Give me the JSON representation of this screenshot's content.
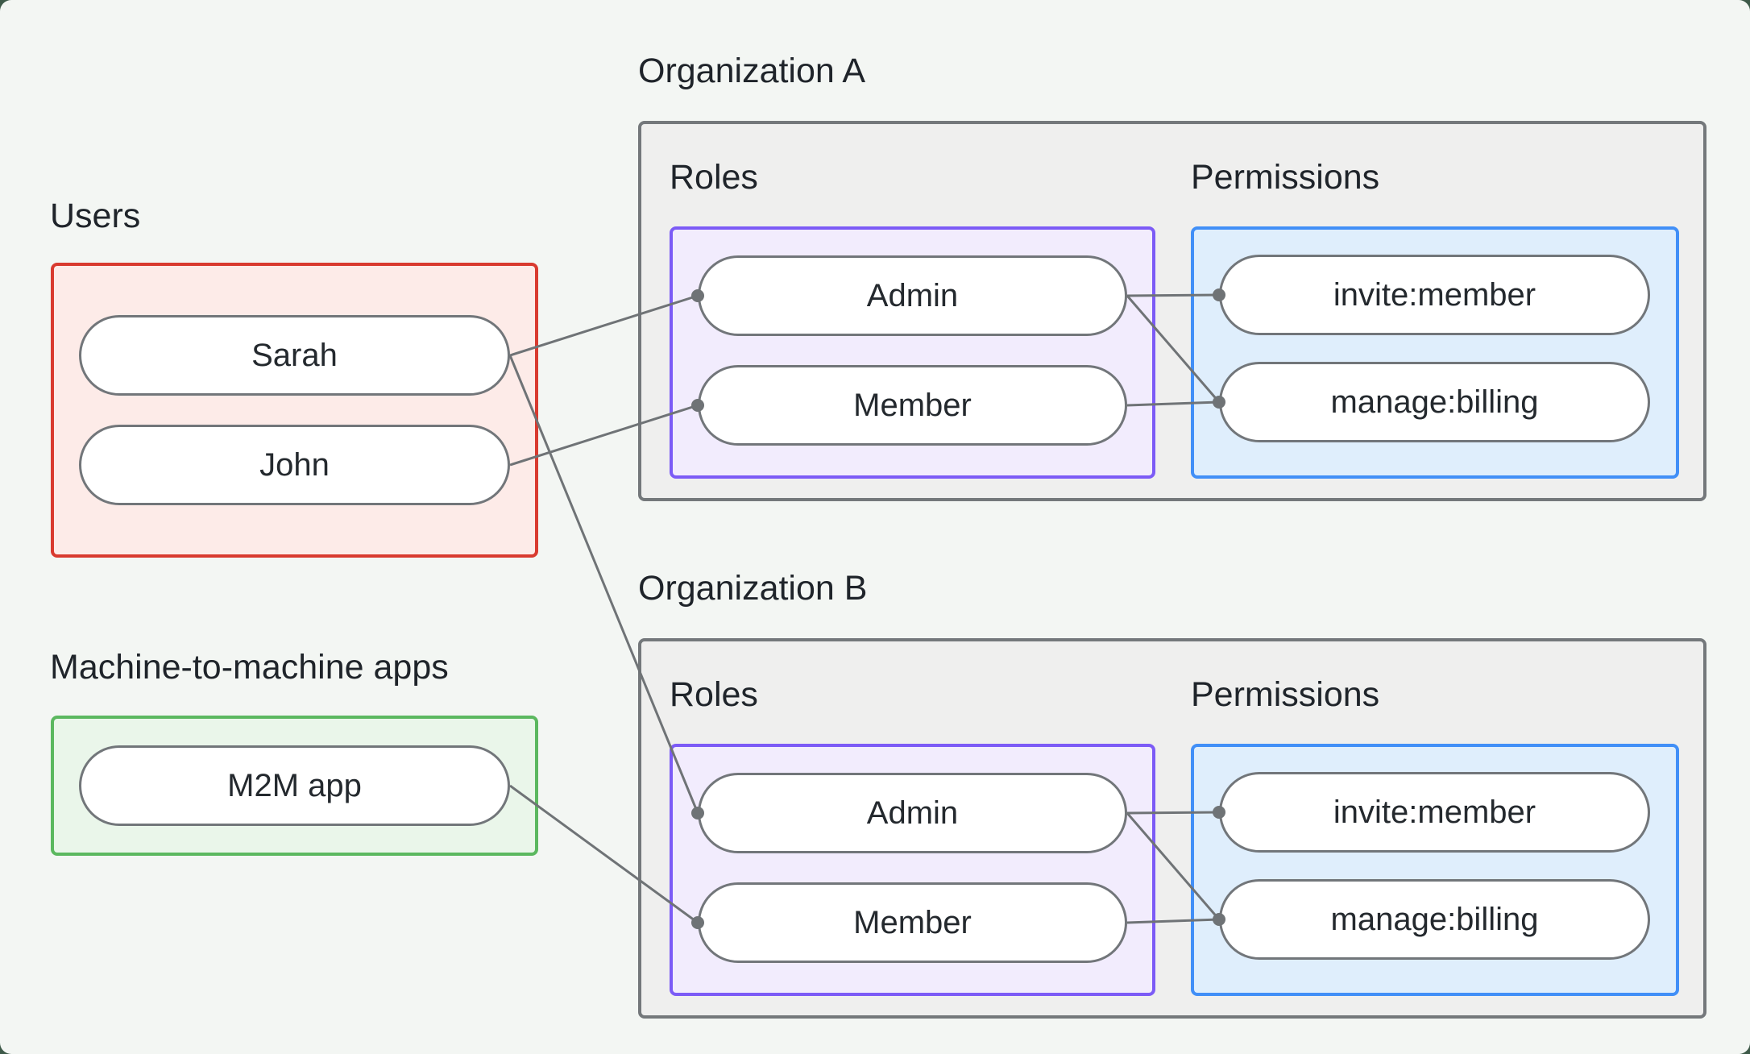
{
  "left_column": {
    "users_label": "Users",
    "users_items": [
      {
        "label": "Sarah"
      },
      {
        "label": "John"
      }
    ],
    "m2m_label": "Machine-to-machine apps",
    "m2m_items": [
      {
        "label": "M2M app"
      }
    ]
  },
  "organizations": [
    {
      "title": "Organization A",
      "roles_label": "Roles",
      "permissions_label": "Permissions",
      "roles": [
        {
          "label": "Admin"
        },
        {
          "label": "Member"
        }
      ],
      "permissions": [
        {
          "label": "invite:member"
        },
        {
          "label": "manage:billing"
        }
      ]
    },
    {
      "title": "Organization B",
      "roles_label": "Roles",
      "permissions_label": "Permissions",
      "roles": [
        {
          "label": "Admin"
        },
        {
          "label": "Member"
        }
      ],
      "permissions": [
        {
          "label": "invite:member"
        },
        {
          "label": "manage:billing"
        }
      ]
    }
  ],
  "connections": [
    {
      "from": "Sarah",
      "to": "Admin (Organization A)"
    },
    {
      "from": "John",
      "to": "Member (Organization A)"
    },
    {
      "from": "Sarah",
      "to": "Admin (Organization B)"
    },
    {
      "from": "M2M app",
      "to": "Member (Organization B)"
    },
    {
      "from": "Admin (Organization A)",
      "to": "invite:member (Organization A)"
    },
    {
      "from": "Admin (Organization A)",
      "to": "manage:billing (Organization A)"
    },
    {
      "from": "Member (Organization A)",
      "to": "manage:billing (Organization A)"
    },
    {
      "from": "Admin (Organization B)",
      "to": "invite:member (Organization B)"
    },
    {
      "from": "Admin (Organization B)",
      "to": "manage:billing (Organization B)"
    },
    {
      "from": "Member (Organization B)",
      "to": "manage:billing (Organization B)"
    }
  ],
  "colors": {
    "page_background": "#3e5a49",
    "canvas_background": "#f3f6f3",
    "users_border": "#d93a2f",
    "users_fill": "#fdebe8",
    "m2m_border": "#5bb85f",
    "m2m_fill": "#eaf6ea",
    "org_border": "#74787b",
    "org_fill": "#efefee",
    "roles_border": "#7c5bf6",
    "roles_fill": "#f2ecfd",
    "permissions_border": "#418ff7",
    "permissions_fill": "#dfeefc",
    "connector": "#6f7376",
    "pill_border": "#72767a",
    "heading_text": "#1f242a"
  }
}
